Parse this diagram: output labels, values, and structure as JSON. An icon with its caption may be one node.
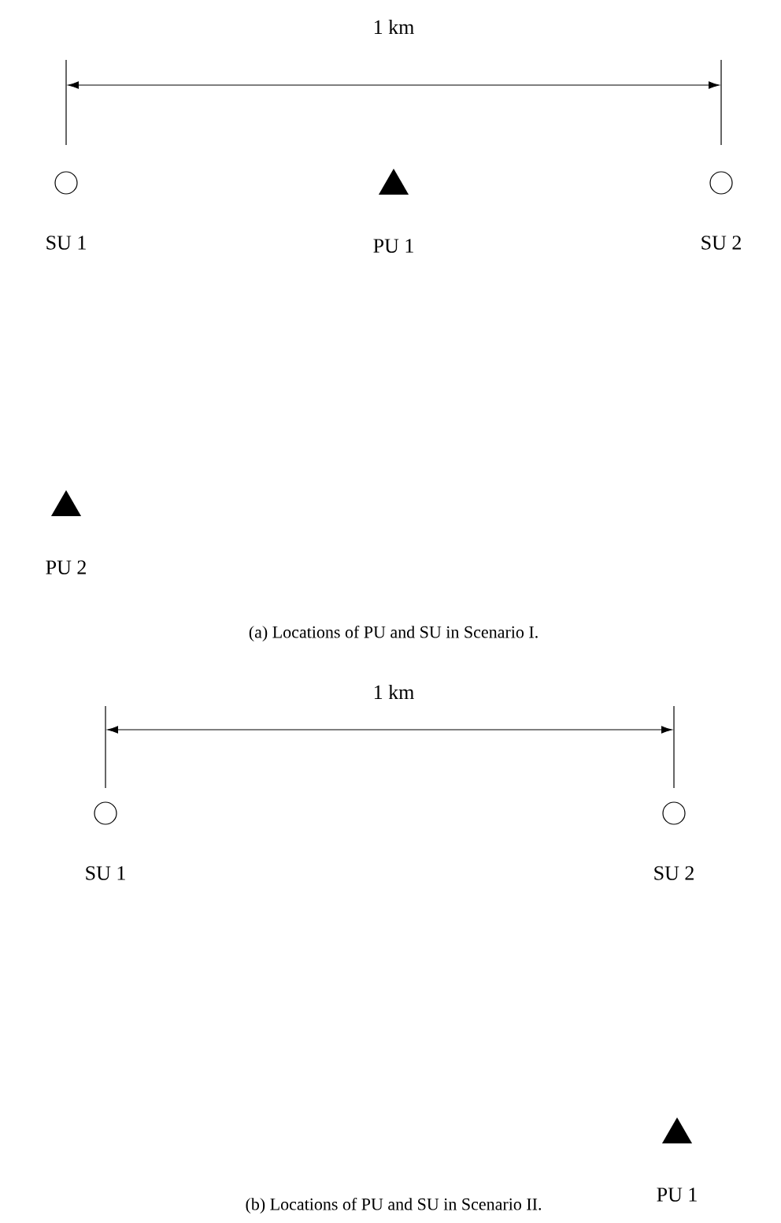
{
  "diagram": {
    "nodes": [
      {
        "text": [],
        "shape": "circle",
        "beside": [
          "SU 1"
        ]
      },
      {
        "text": [],
        "shape": "triangle",
        "beside": [
          "PU 1"
        ]
      },
      {
        "text": [],
        "shape": "circle",
        "beside": [
          "SU 2"
        ]
      },
      {
        "text": [],
        "shape": "triangle",
        "beside": [
          "PU 2"
        ]
      },
      {
        "text": [],
        "shape": "circle",
        "beside": [
          "SU 1"
        ]
      },
      {
        "text": [],
        "shape": "circle",
        "beside": [
          "SU 2"
        ]
      },
      {
        "text": [],
        "shape": "triangle",
        "beside": [
          "PU 1"
        ]
      }
    ],
    "labels": [
      "1 km",
      "(a) Locations of PU and SU in Scenario I.",
      "1 km",
      "(b) Locations of PU and SU in Scenario II."
    ]
  }
}
